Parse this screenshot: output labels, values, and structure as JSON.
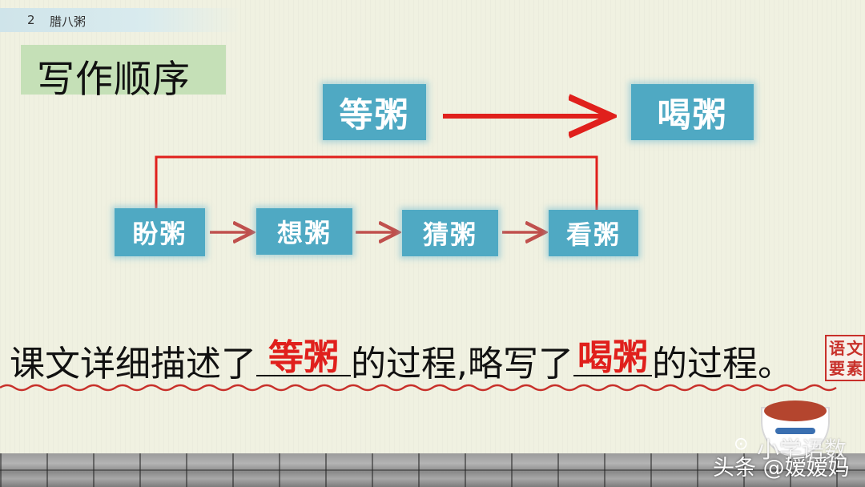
{
  "header": {
    "lesson_number": "2",
    "lesson_title": "腊八粥"
  },
  "slide_title": "写作顺序",
  "flow": {
    "top": [
      "等粥",
      "喝粥"
    ],
    "bottom": [
      "盼粥",
      "想粥",
      "猜粥",
      "看粥"
    ]
  },
  "sentence": {
    "part1": "课文详细描述了",
    "answer1": "等粥",
    "part2": "的过程,略写了",
    "answer2": "喝粥",
    "part3": "的过程。"
  },
  "stamp": {
    "chars": [
      "语",
      "文",
      "要",
      "素"
    ]
  },
  "watermark": {
    "account": "小学语数",
    "platform": "头条 @嫒嫒妈"
  },
  "colors": {
    "box": "#4fa9c3",
    "arrow": "#e0201c",
    "title_bg": "#c5e0b7",
    "answer": "#e0201c"
  }
}
